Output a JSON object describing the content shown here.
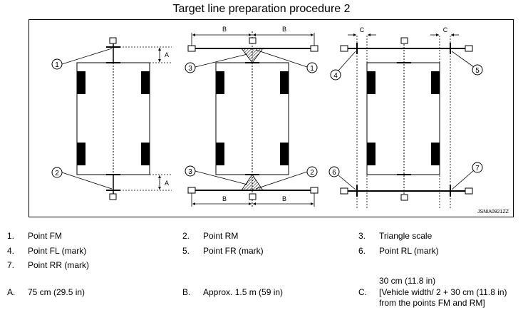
{
  "title": "Target line preparation procedure 2",
  "figure_code": "JSNIA0921ZZ",
  "dimension_letters": {
    "a": "A",
    "b": "B",
    "c": "C"
  },
  "callouts": [
    "1",
    "2",
    "3",
    "4",
    "5",
    "6",
    "7"
  ],
  "legend": [
    {
      "num": "1.",
      "text": "Point FM"
    },
    {
      "num": "2.",
      "text": "Point RM"
    },
    {
      "num": "3.",
      "text": "Triangle scale"
    },
    {
      "num": "4.",
      "text": "Point FL (mark)"
    },
    {
      "num": "5.",
      "text": "Point FR (mark)"
    },
    {
      "num": "6.",
      "text": "Point RL (mark)"
    },
    {
      "num": "7.",
      "text": "Point RR (mark)"
    }
  ],
  "dimensions": [
    {
      "num": "A.",
      "lines": [
        "75 cm (29.5 in)"
      ]
    },
    {
      "num": "B.",
      "lines": [
        "Approx. 1.5 m (59 in)"
      ]
    },
    {
      "num": "C.",
      "lines": [
        "30 cm (11.8 in)",
        "[Vehicle width/ 2 + 30 cm (11.8 in)",
        "from the points FM and RM]"
      ]
    }
  ]
}
